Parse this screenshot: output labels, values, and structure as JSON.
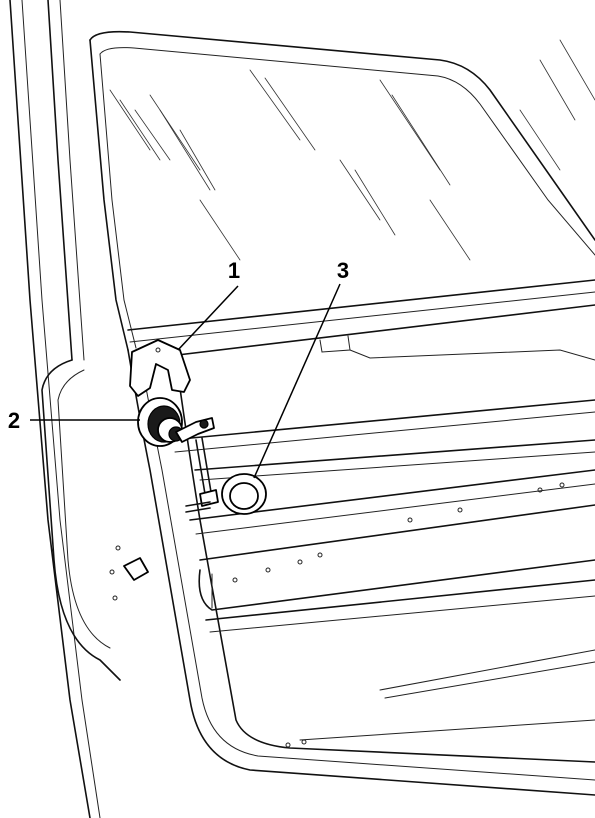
{
  "callouts": [
    {
      "id": "1",
      "label": "1",
      "part": "lock-retainer-clip"
    },
    {
      "id": "2",
      "label": "2",
      "part": "lock-cylinder"
    },
    {
      "id": "3",
      "label": "3",
      "part": "lock-seal-gasket"
    }
  ]
}
